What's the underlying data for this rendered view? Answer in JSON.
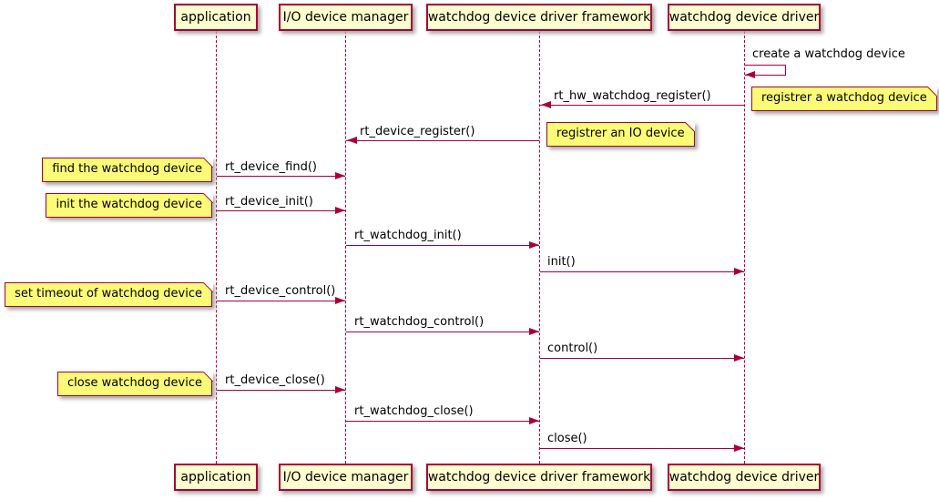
{
  "title": "watchdog driver sequence diagram",
  "colors": {
    "accent": "#A80036",
    "participant_fill": "#FEFECE",
    "note_fill": "#FBFB77",
    "shadow": "#A9A9A9",
    "text": "#000000"
  },
  "participants": [
    {
      "label": "application"
    },
    {
      "label": "I/O device manager"
    },
    {
      "label": "watchdog device driver framework"
    },
    {
      "label": "watchdog device driver"
    }
  ],
  "messages": {
    "create_device": {
      "label": "create a watchdog device",
      "from": "watchdog device driver",
      "to": "watchdog device driver",
      "type": "self"
    },
    "hw_register": {
      "label": "rt_hw_watchdog_register()",
      "from": "watchdog device driver",
      "to": "watchdog device driver framework"
    },
    "device_register": {
      "label": "rt_device_register()",
      "from": "watchdog device driver framework",
      "to": "I/O device manager"
    },
    "device_find": {
      "label": "rt_device_find()",
      "from": "application",
      "to": "I/O device manager"
    },
    "device_init": {
      "label": "rt_device_init()",
      "from": "application",
      "to": "I/O device manager"
    },
    "watchdog_init": {
      "label": "rt_watchdog_init()",
      "from": "I/O device manager",
      "to": "watchdog device driver framework"
    },
    "init": {
      "label": "init()",
      "from": "watchdog device driver framework",
      "to": "watchdog device driver"
    },
    "device_control": {
      "label": "rt_device_control()",
      "from": "application",
      "to": "I/O device manager"
    },
    "watchdog_control": {
      "label": "rt_watchdog_control()",
      "from": "I/O device manager",
      "to": "watchdog device driver framework"
    },
    "control": {
      "label": "control()",
      "from": "watchdog device driver framework",
      "to": "watchdog device driver"
    },
    "device_close": {
      "label": "rt_device_close()",
      "from": "application",
      "to": "I/O device manager"
    },
    "watchdog_close": {
      "label": "rt_watchdog_close()",
      "from": "I/O device manager",
      "to": "watchdog device driver framework"
    },
    "close": {
      "label": "close()",
      "from": "watchdog device driver framework",
      "to": "watchdog device driver"
    }
  },
  "notes": {
    "register_watchdog": {
      "label": "registrer a watchdog device",
      "side": "right of watchdog device driver"
    },
    "register_io": {
      "label": "registrer an IO device",
      "side": "right of watchdog device driver framework"
    },
    "find": {
      "label": "find the watchdog device",
      "side": "left of application"
    },
    "init": {
      "label": "init the watchdog device",
      "side": "left of application"
    },
    "set_timeout": {
      "label": "set timeout of watchdog device",
      "side": "left of application"
    },
    "close": {
      "label": "close watchdog device",
      "side": "left of application"
    }
  }
}
